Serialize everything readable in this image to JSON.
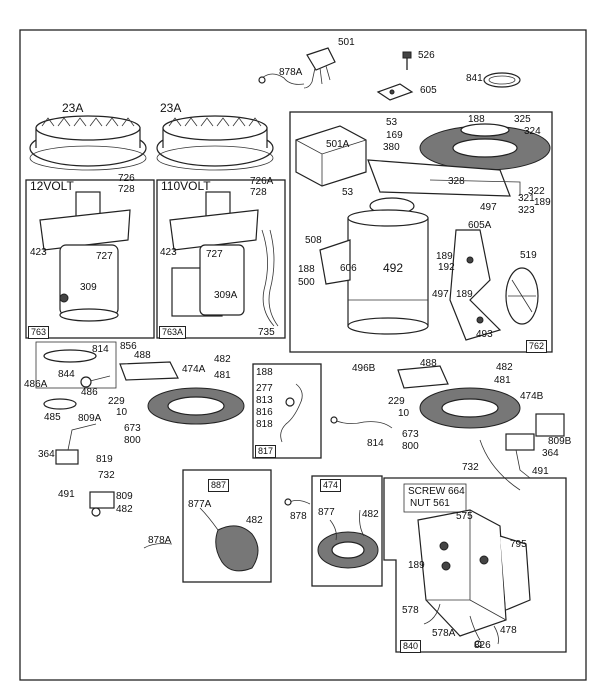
{
  "callouts": {
    "c501": "501",
    "c878a_top": "878A",
    "c526": "526",
    "c605": "605",
    "c841": "841",
    "c23a_l": "23A",
    "c23a_r": "23A",
    "c12volt": "12VOLT",
    "c726_l": "726",
    "c728_l": "728",
    "c423_l": "423",
    "c727_l": "727",
    "c309": "309",
    "c110volt": "110VOLT",
    "c726a": "726A",
    "c728_r": "728",
    "c423_r": "423",
    "c727_r": "727",
    "c309a": "309A",
    "c735": "735",
    "c53a": "53",
    "c169": "169",
    "c380": "380",
    "c188_top": "188",
    "c325": "325",
    "c324": "324",
    "c501a": "501A",
    "c328": "328",
    "c53b": "53",
    "c322": "322",
    "c321": "321",
    "c189_r": "189",
    "c323": "323",
    "c497a": "497",
    "c605a": "605A",
    "c508": "508",
    "c492": "492",
    "c189b": "189",
    "c192": "192",
    "c188b": "188",
    "c500": "500",
    "c606": "606",
    "c497b": "497",
    "c189c": "189",
    "c519": "519",
    "c493": "493",
    "c814_l": "814",
    "c856": "856",
    "c488_l": "488",
    "c482_l": "482",
    "c486a": "486A",
    "c844": "844",
    "c474a": "474A",
    "c481_l": "481",
    "c486": "486",
    "c485": "485",
    "c809a": "809A",
    "c229_l": "229",
    "c10_l": "10",
    "c673_l": "673",
    "c800_l": "800",
    "c364_l": "364",
    "c819": "819",
    "c732_l": "732",
    "c491_l": "491",
    "c809": "809",
    "c482_ll": "482",
    "c188_m": "188",
    "c277": "277",
    "c813": "813",
    "c816": "816",
    "c818": "818",
    "c814_m": "814",
    "c496b": "496B",
    "c488_r": "488",
    "c482_r": "482",
    "c481_r": "481",
    "c474b": "474B",
    "c229_r": "229",
    "c10_r": "10",
    "c673_r": "673",
    "c800_r": "800",
    "c809b": "809B",
    "c364_r": "364",
    "c732_r": "732",
    "c491_r": "491",
    "c877a": "877A",
    "c482_887": "482",
    "c878": "878",
    "c877": "877",
    "c482_474": "482",
    "c878a_bl": "878A",
    "c575": "575",
    "c795": "795",
    "c189_840": "189",
    "c578": "578",
    "c578a": "578A",
    "c478": "478",
    "c826": "826"
  },
  "box_labels": {
    "b763": "763",
    "b763a": "763A",
    "b762": "762",
    "b817": "817",
    "b887": "887",
    "b474": "474",
    "b840": "840"
  },
  "note": {
    "line1": "SCREW 664",
    "line2": "NUT 561"
  }
}
